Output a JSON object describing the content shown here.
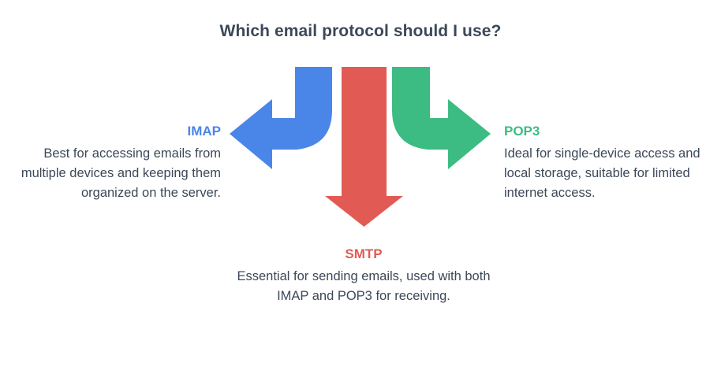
{
  "chart_data": {
    "type": "diagram",
    "title": "Which email protocol should I use?",
    "diagram_kind": "three-way-branching-arrows",
    "background": "#ffffff",
    "title_color": "#3c4858",
    "body_text_color": "#3c4858",
    "branches": [
      {
        "id": "imap",
        "label": "IMAP",
        "description": "Best for accessing emails from multiple devices and keeping them organized on the server.",
        "color": "#4a86e8",
        "direction": "left",
        "arrow_shape": "curved-arrow-left",
        "text_align": "right"
      },
      {
        "id": "smtp",
        "label": "SMTP",
        "description": "Essential for sending emails, used with both IMAP and POP3 for receiving.",
        "color": "#e15b54",
        "direction": "down",
        "arrow_shape": "straight-arrow-down",
        "text_align": "center"
      },
      {
        "id": "pop3",
        "label": "POP3",
        "description": "Ideal for single-device access and local storage, suitable for limited internet access.",
        "color": "#3cbc82",
        "direction": "right",
        "arrow_shape": "curved-arrow-right",
        "text_align": "left"
      }
    ]
  },
  "diagram": {
    "title": "Which email protocol should I use?",
    "imap": {
      "label": "IMAP",
      "description": "Best for accessing emails from multiple devices and keeping them organized on the server.",
      "color": "#4a86e8"
    },
    "smtp": {
      "label": "SMTP",
      "description": "Essential for sending emails, used with both IMAP and POP3 for receiving.",
      "color": "#e15b54"
    },
    "pop3": {
      "label": "POP3",
      "description": "Ideal for single-device access and local storage, suitable for limited internet access.",
      "color": "#3cbc82"
    }
  }
}
